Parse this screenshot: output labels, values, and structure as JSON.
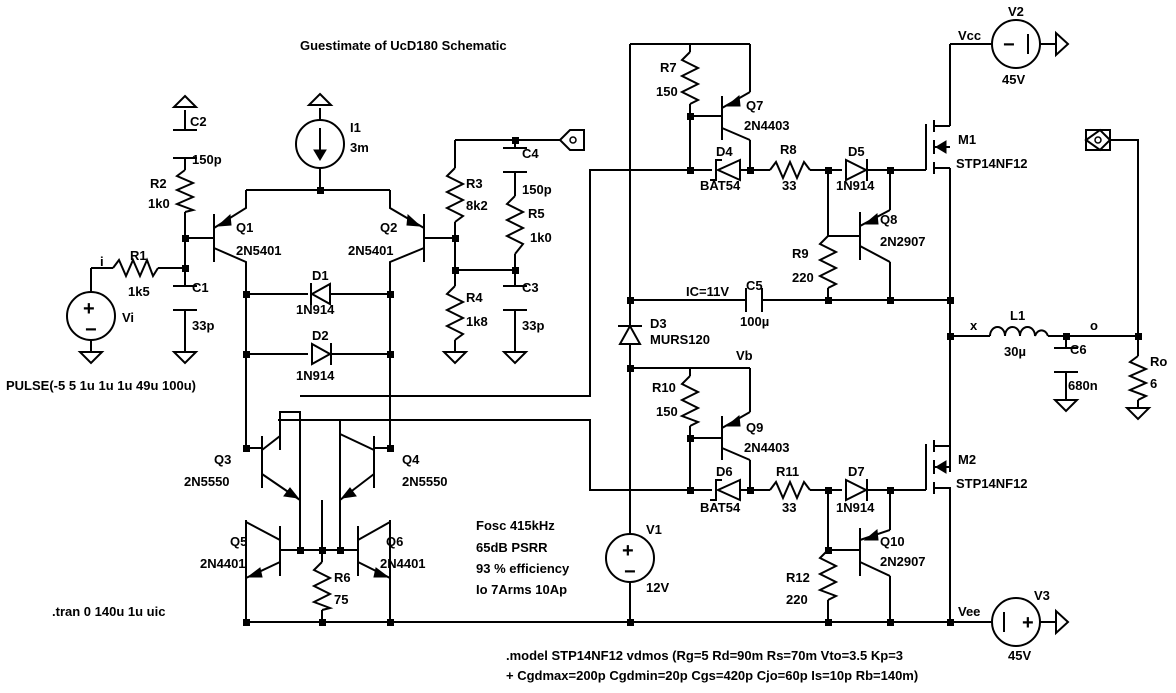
{
  "title": "Guestimate of UcD180 Schematic",
  "components": {
    "C2": {
      "ref": "C2",
      "value": "150p"
    },
    "R2": {
      "ref": "R2",
      "value": "1k0"
    },
    "R1": {
      "ref": "R1",
      "value": "1k5"
    },
    "C1": {
      "ref": "C1",
      "value": "33p"
    },
    "Vi": {
      "ref": "Vi"
    },
    "Q1": {
      "ref": "Q1",
      "value": "2N5401"
    },
    "Q2": {
      "ref": "Q2",
      "value": "2N5401"
    },
    "I1": {
      "ref": "I1",
      "value": "3m"
    },
    "D1": {
      "ref": "D1",
      "value": "1N914"
    },
    "D2": {
      "ref": "D2",
      "value": "1N914"
    },
    "R3": {
      "ref": "R3",
      "value": "8k2"
    },
    "R4": {
      "ref": "R4",
      "value": "1k8"
    },
    "C4": {
      "ref": "C4",
      "value": "150p"
    },
    "R5": {
      "ref": "R5",
      "value": "1k0"
    },
    "C3": {
      "ref": "C3",
      "value": "33p"
    },
    "Q3": {
      "ref": "Q3",
      "value": "2N5550"
    },
    "Q4": {
      "ref": "Q4",
      "value": "2N5550"
    },
    "Q5": {
      "ref": "Q5",
      "value": "2N4401"
    },
    "Q6": {
      "ref": "Q6",
      "value": "2N4401"
    },
    "R6": {
      "ref": "R6",
      "value": "75"
    },
    "R7": {
      "ref": "R7",
      "value": "150"
    },
    "Q7": {
      "ref": "Q7",
      "value": "2N4403"
    },
    "D4": {
      "ref": "D4",
      "value": "BAT54"
    },
    "R8": {
      "ref": "R8",
      "value": "33"
    },
    "D5": {
      "ref": "D5",
      "value": "1N914"
    },
    "R9": {
      "ref": "R9",
      "value": "220"
    },
    "Q8": {
      "ref": "Q8",
      "value": "2N2907"
    },
    "M1": {
      "ref": "M1",
      "value": "STP14NF12"
    },
    "V2": {
      "ref": "V2",
      "value": "45V"
    },
    "C5": {
      "ref": "C5",
      "value": "100µ"
    },
    "D3": {
      "ref": "D3",
      "value": "MURS120"
    },
    "R10": {
      "ref": "R10",
      "value": "150"
    },
    "Q9": {
      "ref": "Q9",
      "value": "2N4403"
    },
    "D6": {
      "ref": "D6",
      "value": "BAT54"
    },
    "R11": {
      "ref": "R11",
      "value": "33"
    },
    "D7": {
      "ref": "D7",
      "value": "1N914"
    },
    "R12": {
      "ref": "R12",
      "value": "220"
    },
    "Q10": {
      "ref": "Q10",
      "value": "2N2907"
    },
    "M2": {
      "ref": "M2",
      "value": "STP14NF12"
    },
    "V1": {
      "ref": "V1",
      "value": "12V"
    },
    "V3": {
      "ref": "V3",
      "value": "45V"
    },
    "L1": {
      "ref": "L1",
      "value": "30µ"
    },
    "C6": {
      "ref": "C6",
      "value": "680n"
    },
    "Ro": {
      "ref": "Ro",
      "value": "6"
    }
  },
  "nets": {
    "i": "i",
    "vcc": "Vcc",
    "vb": "Vb",
    "vee": "Vee",
    "x": "x",
    "o": "o"
  },
  "directives": {
    "pulse": "PULSE(-5 5 1u 1u 1u 49u 100u)",
    "ic": "IC=11V",
    "tran": ".tran 0 140u 1u uic",
    "model1": ".model STP14NF12 vdmos (Rg=5 Rd=90m Rs=70m Vto=3.5 Kp=3",
    "model2": "+ Cgdmax=200p Cgdmin=20p Cgs=420p Cjo=60p Is=10p Rb=140m)"
  },
  "notes": {
    "fosc": "Fosc 415kHz",
    "psrr": "65dB PSRR",
    "eff": "93 % efficiency",
    "io": "Io 7Arms 10Ap"
  }
}
